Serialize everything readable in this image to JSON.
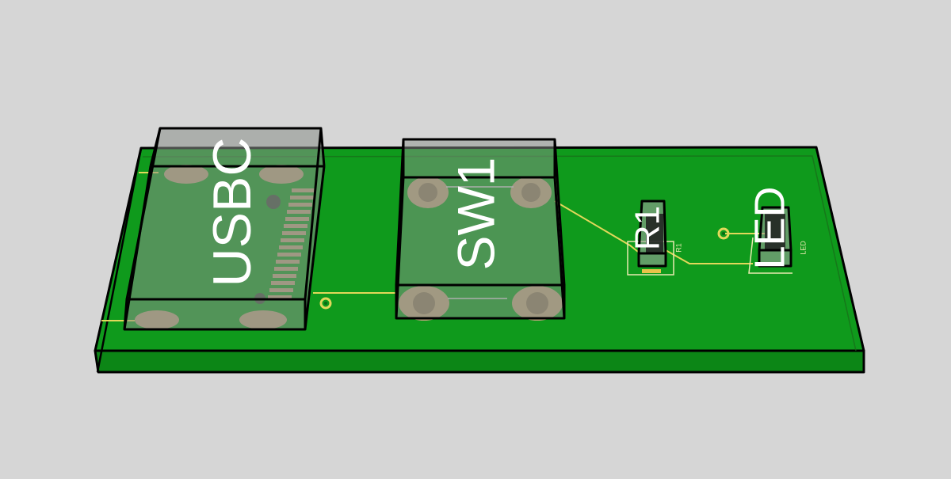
{
  "viewport": {
    "background": "#d6d6d6"
  },
  "board": {
    "color_top": "#0f9a1c",
    "color_side": "#0c8616",
    "outline": "#000000",
    "trace_color": "#e2d85a",
    "pad_color": "#b9a27a",
    "silkscreen_color": "#e9e9b0"
  },
  "components": {
    "usbc": {
      "designator": "USBC"
    },
    "sw1": {
      "designator": "SW1"
    },
    "r1": {
      "designator": "R1",
      "silk_label": "R1"
    },
    "led": {
      "designator": "LED",
      "silk_label": "LED"
    }
  },
  "icons": {
    "via": "via-icon",
    "mount_hole": "mount-hole-icon"
  }
}
